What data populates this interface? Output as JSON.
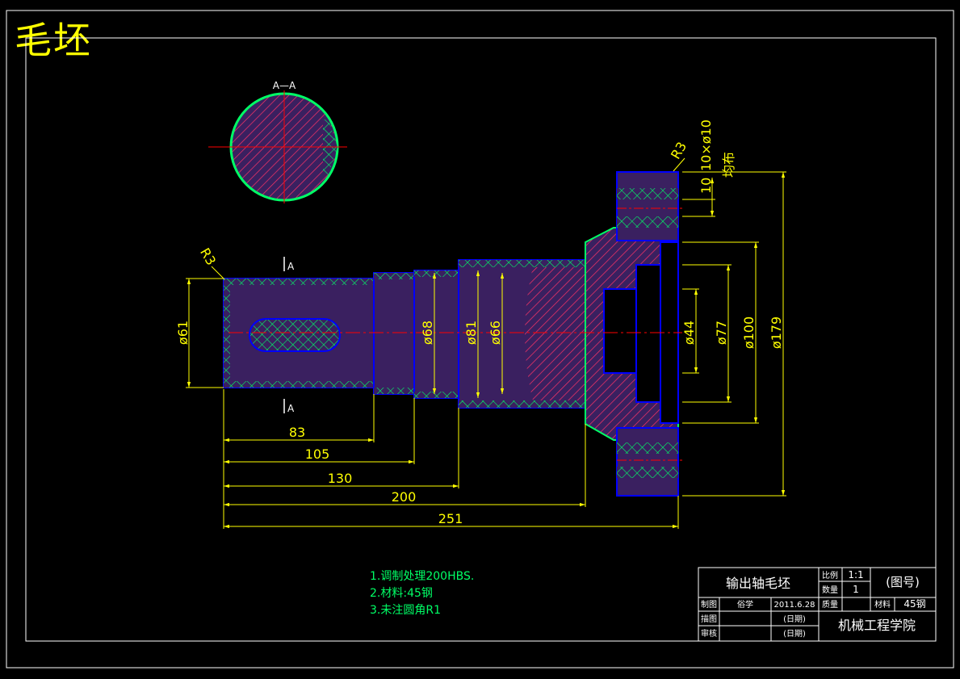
{
  "header": {
    "title": "毛坯"
  },
  "section": {
    "label": "A—A",
    "mark_top": "A",
    "mark_bottom": "A"
  },
  "dimensions": {
    "radius_left": "R3",
    "radius_flange": "R3",
    "holes": "10×ø10",
    "holes_suffix": "均布",
    "holes_depth": "10",
    "d61": "ø61",
    "d68": "ø68",
    "d81": "ø81",
    "d66": "ø66",
    "d44": "ø44",
    "d77": "ø77",
    "d100": "ø100",
    "d179": "ø179",
    "l83": "83",
    "l105": "105",
    "l130": "130",
    "l200": "200",
    "l251": "251"
  },
  "notes": [
    "1.调制处理200HBS.",
    "2.材料:45钢",
    "3.未注圆角R1"
  ],
  "title_block": {
    "part_name": "输出轴毛坯",
    "scale_label": "比例",
    "scale_value": "1:1",
    "qty_label": "数量",
    "qty_value": "1",
    "drawing_no": "(图号)",
    "drawn_label": "制图",
    "drawn_name": "俗学",
    "drawn_date": "2011.6.28",
    "weight_label": "质量",
    "material_label": "材料",
    "material_value": "45钢",
    "traced_label": "描图",
    "traced_date": "(日期)",
    "checked_label": "审核",
    "checked_date": "(日期)",
    "school": "机械工程学院"
  },
  "colors": {
    "outline": "#0000ff",
    "hatch": "#ff3366",
    "hatch_cross": "#00ff66",
    "dimension": "#ffff00",
    "center": "#ff0000",
    "frame": "#ffffff"
  }
}
